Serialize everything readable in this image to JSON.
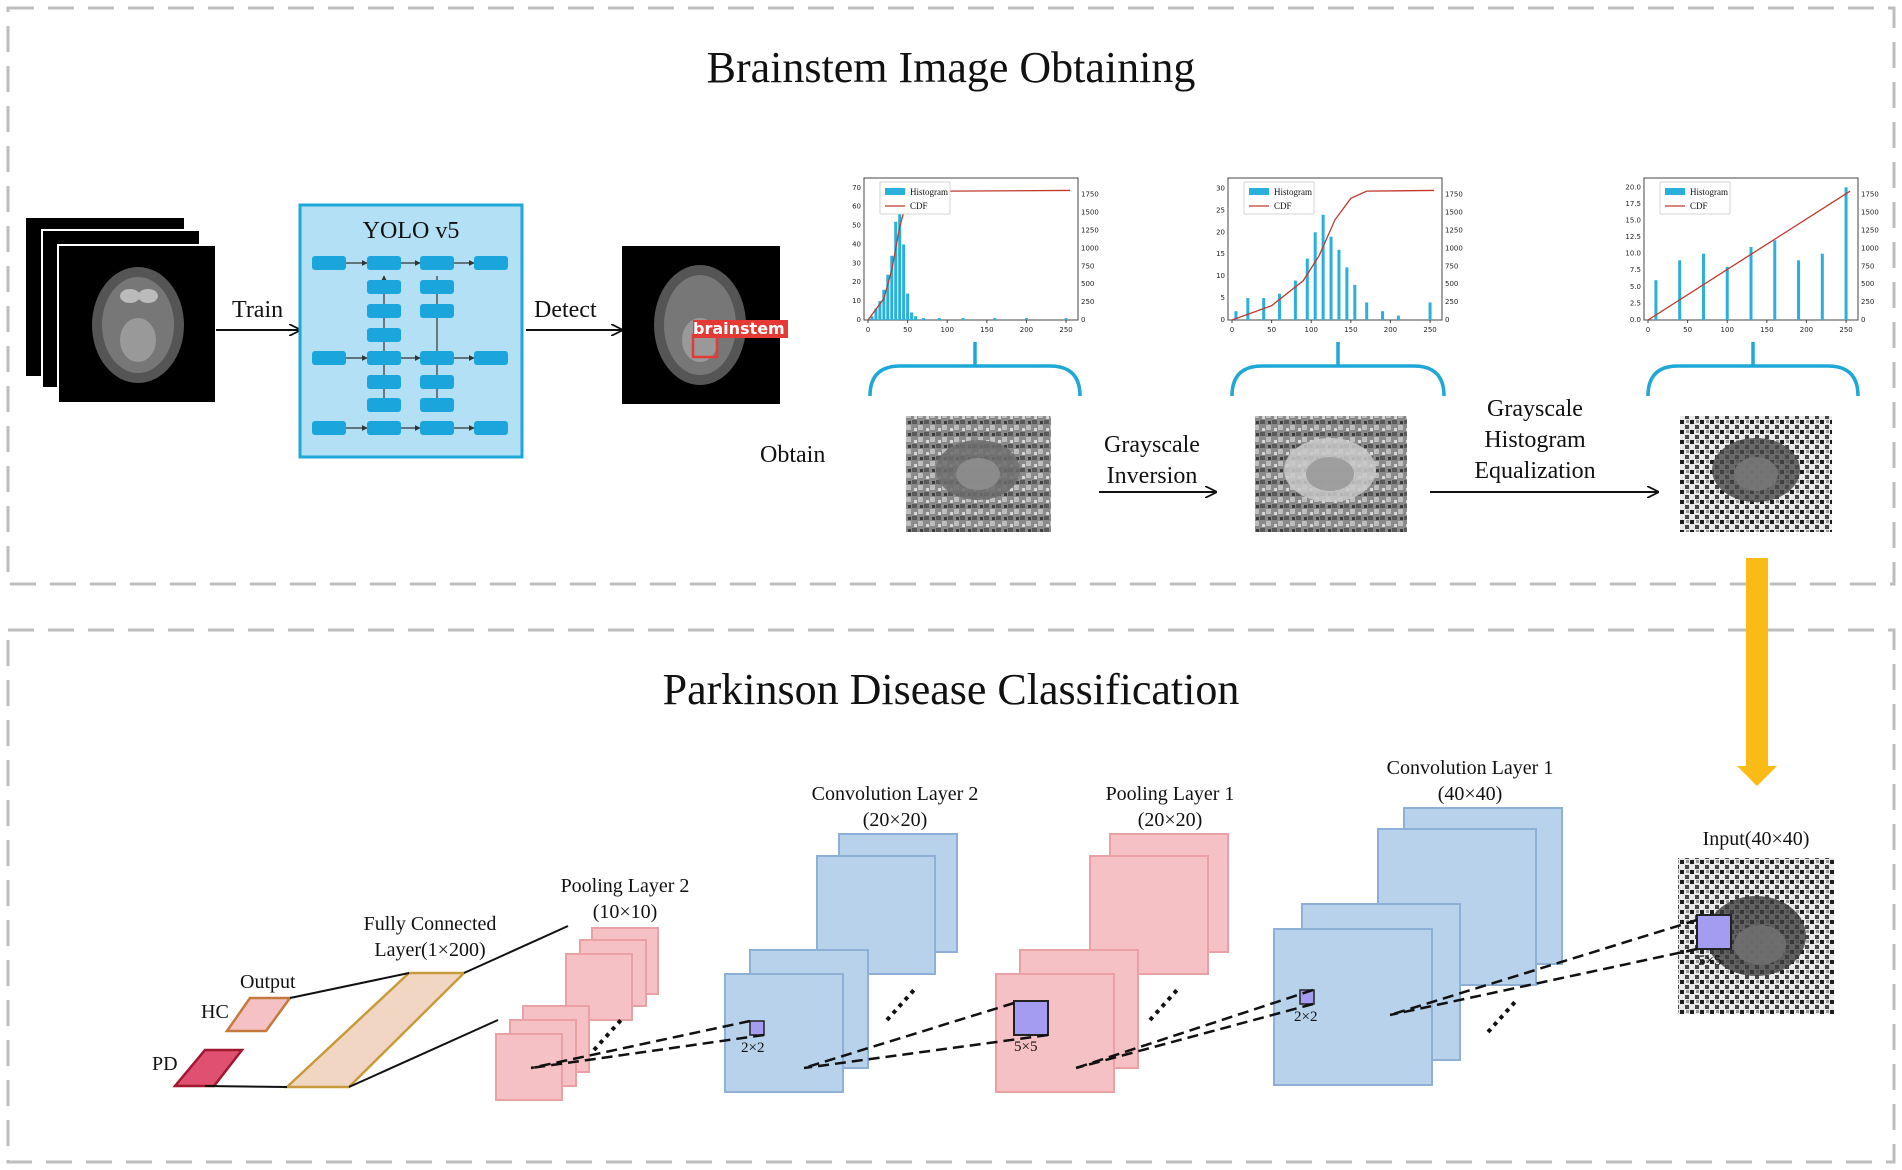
{
  "panel1": {
    "title": "Brainstem Image Obtaining",
    "train_label": "Train",
    "yolo_title": "YOLO v5",
    "detect_label": "Detect",
    "detection_tag": "brainstem",
    "obtain_label": "Obtain",
    "step_inversion": [
      "Grayscale",
      "Inversion"
    ],
    "step_equalization": [
      "Grayscale",
      "Histogram",
      "Equalization"
    ]
  },
  "panel2": {
    "title": "Parkinson Disease Classification",
    "input_label": "Input(40×40)",
    "conv1_label": [
      "Convolution Layer 1",
      "(40×40)"
    ],
    "pool1_label": [
      "Pooling Layer 1",
      "(20×20)"
    ],
    "conv2_label": [
      "Convolution Layer 2",
      "(20×20)"
    ],
    "pool2_label": [
      "Pooling Layer 2",
      "(10×10)"
    ],
    "fc_label": [
      "Fully Connected",
      "Layer(1×200)"
    ],
    "output_label": "Output",
    "class_hc": "HC",
    "class_pd": "PD",
    "kernel_input": "5×5",
    "kernel_conv1": "2×2",
    "kernel_pool1": "5×5",
    "kernel_conv2": "2×2"
  },
  "colors": {
    "yolo_fill": "#b3e0f5",
    "yolo_border": "#1ea8d8",
    "node": "#1aa6dc",
    "hist_bar": "#29b0dc",
    "cdf": "#c0392b",
    "conv_blue": "#b8d2eb",
    "pool_pink": "#f6c1c4",
    "kernel_purple": "#a49cf0",
    "fc_tan": "#f2d6c4",
    "fc_border": "#c79a3a",
    "arrow_yellow": "#fbbb16",
    "pd_red": "#e05070"
  },
  "chart_data": [
    {
      "type": "bar",
      "legend": [
        "Histogram",
        "CDF"
      ],
      "x_ticks": [
        "0",
        "50",
        "100",
        "150",
        "200",
        "250"
      ],
      "y_left_ticks": [
        "0",
        "10",
        "20",
        "30",
        "40",
        "50",
        "60",
        "70"
      ],
      "y_right_ticks": [
        "0",
        "250",
        "500",
        "750",
        "1000",
        "1250",
        "1500",
        "1750"
      ],
      "xlim": [
        0,
        260
      ],
      "ylim": [
        0,
        72
      ],
      "series": [
        {
          "x": [
            5,
            10,
            15,
            20,
            25,
            30,
            35,
            40,
            45,
            50,
            55,
            60,
            70,
            90,
            120,
            160,
            200,
            250
          ],
          "values": [
            2,
            6,
            10,
            16,
            24,
            34,
            52,
            60,
            40,
            14,
            4,
            2,
            1,
            1,
            1,
            1,
            1,
            1
          ]
        }
      ],
      "cdf": {
        "x": [
          0,
          20,
          30,
          40,
          50,
          60,
          100,
          255
        ],
        "values": [
          0,
          300,
          700,
          1300,
          1700,
          1780,
          1800,
          1810
        ]
      }
    },
    {
      "type": "bar",
      "legend": [
        "Histogram",
        "CDF"
      ],
      "x_ticks": [
        "0",
        "50",
        "100",
        "150",
        "200",
        "250"
      ],
      "y_left_ticks": [
        "0",
        "5",
        "10",
        "15",
        "20",
        "25",
        "30"
      ],
      "y_right_ticks": [
        "0",
        "250",
        "500",
        "750",
        "1000",
        "1250",
        "1500",
        "1750"
      ],
      "xlim": [
        0,
        260
      ],
      "ylim": [
        0,
        31
      ],
      "series": [
        {
          "x": [
            5,
            20,
            40,
            60,
            80,
            95,
            105,
            115,
            125,
            135,
            145,
            155,
            170,
            190,
            210,
            250
          ],
          "values": [
            2,
            5,
            5,
            6,
            9,
            14,
            20,
            24,
            19,
            16,
            12,
            8,
            4,
            2,
            1,
            4
          ]
        }
      ],
      "cdf": {
        "x": [
          0,
          50,
          90,
          110,
          130,
          150,
          170,
          255
        ],
        "values": [
          0,
          200,
          550,
          900,
          1400,
          1700,
          1800,
          1810
        ]
      }
    },
    {
      "type": "bar",
      "legend": [
        "Histogram",
        "CDF"
      ],
      "x_ticks": [
        "0",
        "50",
        "100",
        "150",
        "200",
        "250"
      ],
      "y_left_ticks": [
        "0.0",
        "2.5",
        "5.0",
        "7.5",
        "10.0",
        "12.5",
        "15.0",
        "17.5",
        "20.0"
      ],
      "y_right_ticks": [
        "0",
        "250",
        "500",
        "750",
        "1000",
        "1250",
        "1500",
        "1750"
      ],
      "xlim": [
        0,
        260
      ],
      "ylim": [
        0,
        20.5
      ],
      "series": [
        {
          "x": [
            10,
            40,
            70,
            100,
            130,
            160,
            190,
            220,
            250
          ],
          "values": [
            6,
            9,
            10,
            8,
            11,
            12,
            9,
            10,
            20
          ]
        }
      ],
      "cdf": {
        "x": [
          0,
          255
        ],
        "values": [
          0,
          1800
        ]
      }
    }
  ]
}
